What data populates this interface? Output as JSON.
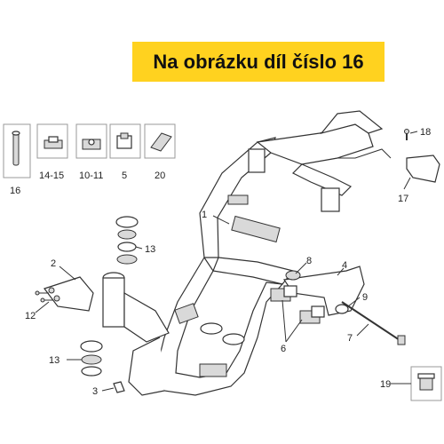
{
  "banner": {
    "text": "Na obrázku díl číslo 16"
  },
  "callouts": {
    "c16": "16",
    "c14_15": "14-15",
    "c10_11": "10-11",
    "c5": "5",
    "c20": "20",
    "c1": "1",
    "c2": "2",
    "c12": "12",
    "c13a": "13",
    "c13b": "13",
    "c3": "3",
    "c8": "8",
    "c4": "4",
    "c9": "9",
    "c6": "6",
    "c7": "7",
    "c17": "17",
    "c18": "18",
    "c19": "19"
  },
  "colors": {
    "banner_bg": "#ffd21f",
    "line": "#333333",
    "box_border": "#999999"
  },
  "icons": [
    "bolt-icon",
    "clip-icon",
    "nut-icon",
    "bracket-icon",
    "pad-icon",
    "cap-icon"
  ]
}
